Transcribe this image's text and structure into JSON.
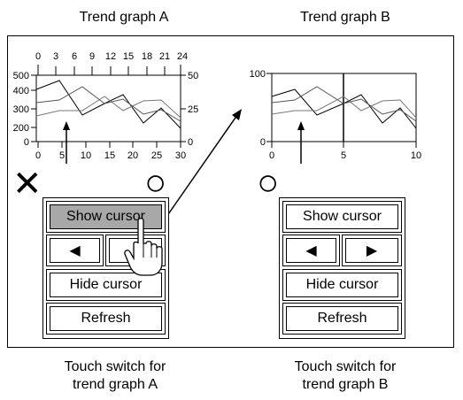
{
  "graphA": {
    "title": "Trend graph   A",
    "top_ticks": [
      "0",
      "3",
      "6",
      "9",
      "12",
      "15",
      "18",
      "21",
      "24"
    ],
    "bottom_ticks": [
      "0",
      "5",
      "10",
      "15",
      "20",
      "25",
      "30"
    ],
    "left_ticks": [
      "500",
      "400",
      "300",
      "200",
      "0"
    ],
    "right_ticks": [
      "50",
      "25",
      "0"
    ],
    "symbol": "✕",
    "buttons": {
      "show_cursor": "Show cursor",
      "left_arrow": "◀",
      "hide_cursor": "Hide cursor",
      "refresh": "Refresh"
    },
    "caption_line1": "Touch switch for",
    "caption_line2": "trend graph A"
  },
  "graphB": {
    "title": "Trend graph   B",
    "left_ticks": [
      "100",
      "0"
    ],
    "bottom_ticks": [
      "0",
      "5",
      "10"
    ],
    "symbol": "○",
    "buttons": {
      "show_cursor": "Show cursor",
      "left_arrow": "◀",
      "right_arrow": "▶",
      "hide_cursor": "Hide cursor",
      "refresh": "Refresh"
    },
    "caption_line1": "Touch switch for",
    "caption_line2": "trend graph B"
  },
  "graphA_symbol_right": "○"
}
